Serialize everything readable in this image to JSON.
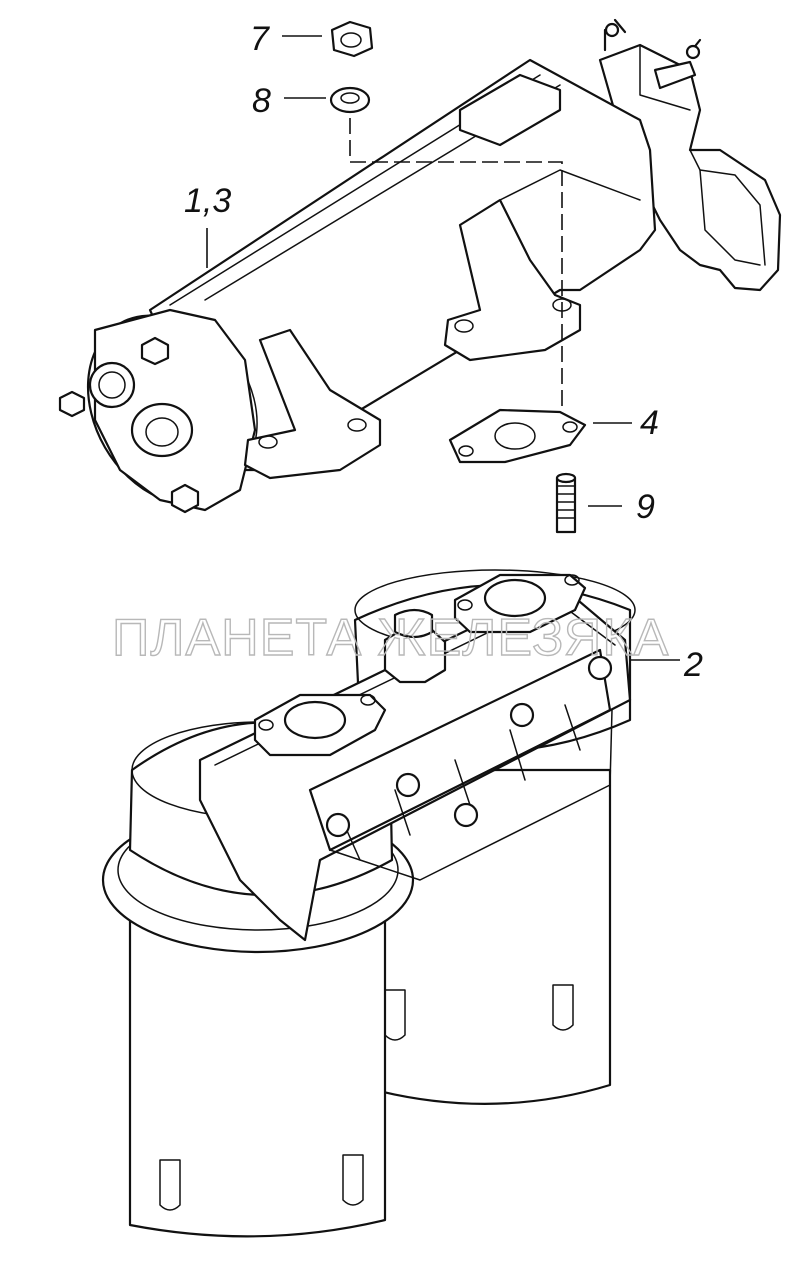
{
  "callouts": {
    "part_7": "7",
    "part_8": "8",
    "part_1_3": "1,3",
    "part_4": "4",
    "part_9": "9",
    "part_2": "2"
  },
  "watermark": "ПЛАНЕТА ЖЕЛЕЗЯКА",
  "colors": {
    "line": "#111111",
    "background": "#ffffff",
    "watermark": "#b8b8b8"
  }
}
